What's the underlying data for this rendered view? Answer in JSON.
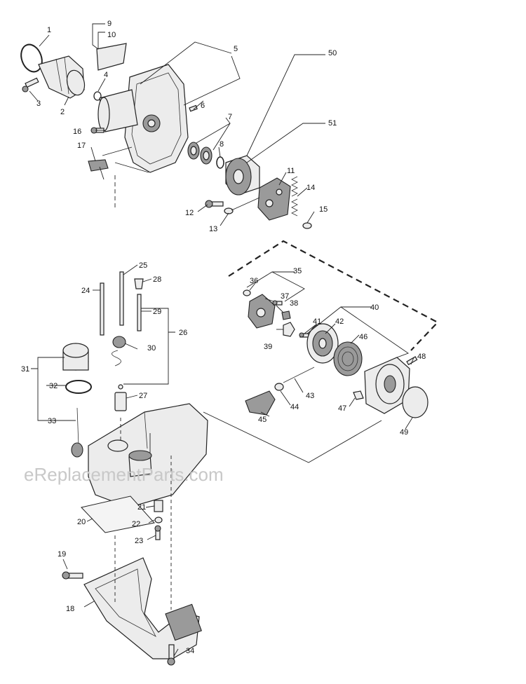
{
  "watermark": "eReplacementParts.com",
  "callouts": [
    "1",
    "2",
    "3",
    "4",
    "5",
    "6",
    "7",
    "8",
    "9",
    "10",
    "11",
    "12",
    "13",
    "14",
    "15",
    "16",
    "17",
    "18",
    "19",
    "20",
    "21",
    "22",
    "23",
    "24",
    "25",
    "26",
    "27",
    "28",
    "29",
    "30",
    "31",
    "32",
    "33",
    "34",
    "35",
    "36",
    "37",
    "38",
    "39",
    "40",
    "41",
    "42",
    "43",
    "44",
    "45",
    "46",
    "47",
    "48",
    "49",
    "50",
    "51"
  ]
}
